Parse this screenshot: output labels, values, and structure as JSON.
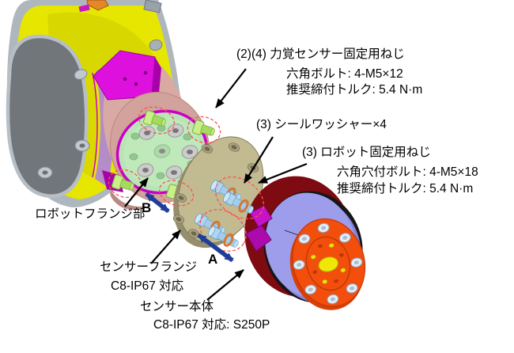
{
  "figure": {
    "type": "exploded-assembly-diagram",
    "callouts": {
      "force_sensor_screws": {
        "label": "(2)(4) 力覚センサー固定用ねじ",
        "bolt_spec": "六角ボルト: 4-M5×12",
        "torque": "推奨締付トルク: 5.4 N·m"
      },
      "seal_washers": {
        "label": "(3) シールワッシャー×4"
      },
      "robot_fixing_screws": {
        "label": "(3) ロボット固定用ねじ",
        "bolt_spec": "六角穴付ボルト: 4-M5×18",
        "torque": "推奨締付トルク: 5.4 N·m"
      },
      "robot_flange": {
        "label": "ロボットフランジ部"
      },
      "sensor_flange": {
        "label": "センサーフランジ",
        "compat": "C8-IP67 対応"
      },
      "sensor_body": {
        "label": "センサー本体",
        "compat": "C8-IP67 対応: S250P"
      }
    },
    "gap_markers": {
      "a": "A",
      "b": "B"
    },
    "colors": {
      "robot_arm_yellow": "#E6E600",
      "robot_arm_silver": "#AEB6BE",
      "arm_cover_gray": "#71767B",
      "pink_housing": "#D9A9A3",
      "magenta_part": "#DE10DE",
      "purple_ring": "#B48CC8",
      "flange_green": "#B9E4B5",
      "flange_rim_magenta": "#C800C8",
      "bolt_green": "#A6DA5E",
      "plate_tan": "#C2BB91",
      "bolt_blue": "#AED6F2",
      "washer_orange": "#D47830",
      "sensor_maroon": "#7E0A12",
      "sensor_lavender": "#9D9DEB",
      "sensor_face_orange": "#F34E0C",
      "sensor_center_yellow": "#EFE806",
      "highlight_dashed_red": "#FF5050",
      "gap_arrow_blue": "#1F3D99",
      "callout_arrow_black": "#000000"
    }
  }
}
